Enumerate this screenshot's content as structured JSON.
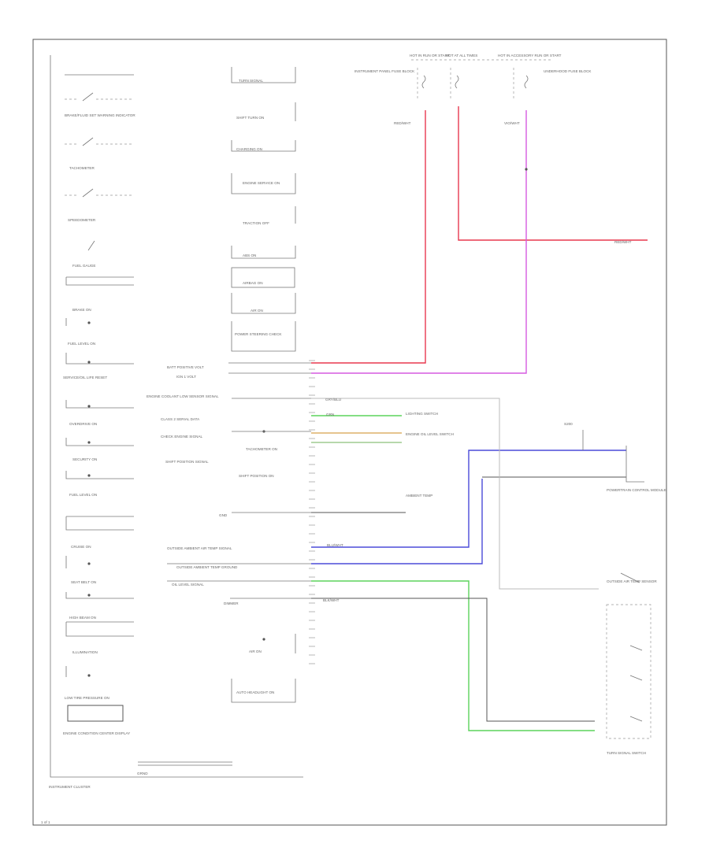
{
  "cluster": {
    "left_labels": [
      "BRAKE/FLUID SET WARNING INDICATOR",
      "TACHOMETER",
      "SPEEDOMETER",
      "FUEL GAUGE",
      "BRAKE ON",
      "FUEL LEVEL ON",
      "SERVICE/OIL LIFE RESET",
      "OVERDRIVE ON",
      "SECURITY ON",
      "FUEL LEVEL ON",
      "CRUISE ON",
      "SEAT BELT ON",
      "HIGH BEAM ON",
      "ILLUMINATION",
      "LOW TIRE PRESSURE ON",
      "ENGINE CONDITION CENTER DISPLAY"
    ],
    "center_labels": [
      "TURN SIGNAL",
      "SHIFT TURN ON",
      "CHARGING ON",
      "ENGINE SERVICE ON",
      "TRACTION OFF",
      "ABS ON",
      "AIRBAG ON",
      "AIR ON",
      "POWER STEERING CHECK",
      "TACHOMETER ON",
      "SHIFT POSITION ON",
      "AIR ON",
      "AUTO HEADLIGHT ON"
    ],
    "pin_labels": [
      "BATT POSITIVE VOLT",
      "IGN 1 VOLT",
      "ENGINE COOLANT LOW SENSOR SIGNAL",
      "CLASS 2 SERIAL DATA",
      "CHECK ENGINE SIGNAL",
      "SHIFT POSITION SIGNAL",
      "GND",
      "OUTSIDE AMBIENT AIR TEMP SIGNAL",
      "OUTSIDE AMBIENT TEMP GROUND",
      "OIL LEVEL SIGNAL",
      "DIMMER"
    ],
    "title": "INSTRUMENT CLUSTER",
    "ground_label": "GRND"
  },
  "wires": {
    "red_label": "RED/WHT",
    "violet_label": "VIO/WHT",
    "green_label": "GRN",
    "blue_label": "BLU/WHT",
    "black_label": "BLK/WHT",
    "gray_label": "GRY/BLU"
  },
  "components": {
    "fuse_left_title": "HOT IN RUN OR START",
    "fuse_left_name": "INSTRUMENT PANEL FUSE BLOCK",
    "fuse_mid_title": "HOT AT ALL TIMES",
    "fuse_right_title": "HOT IN ACCESSORY RUN OR START",
    "fuse_right_name": "UNDERHOOD FUSE BLOCK",
    "splice": "S200",
    "connector_right": "POWERTRAIN CONTROL MODULE",
    "sensor_right": "OUTSIDE AIR TEMP SENSOR",
    "switch_bottom": "TURN SIGNAL SWITCH",
    "ambient_label": "AMBIENT TEMP",
    "lighting_label": "LIGHTING SWITCH",
    "engine_oil_label": "ENGINE OIL LEVEL SWITCH"
  },
  "colors": {
    "red": "#e8384f",
    "violet": "#d55ae0",
    "green": "#5bd35b",
    "blue": "#4b4bd8",
    "frame": "#555555"
  },
  "footer": "1 of 1"
}
